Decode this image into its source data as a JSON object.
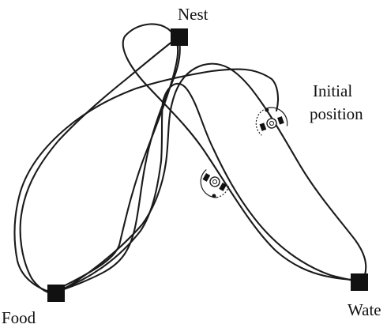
{
  "labels": {
    "nest": "Nest",
    "initial": "Initial",
    "position": "position",
    "food": "Food",
    "water": "Wate"
  },
  "landmarks": [
    "Nest",
    "Food",
    "Water"
  ],
  "colors": {
    "path": "#1a1a1a",
    "marker": "#111111",
    "background": "#ffffff"
  },
  "icons": {
    "landmark": "filled-square-icon",
    "robot": "robot-icon"
  }
}
